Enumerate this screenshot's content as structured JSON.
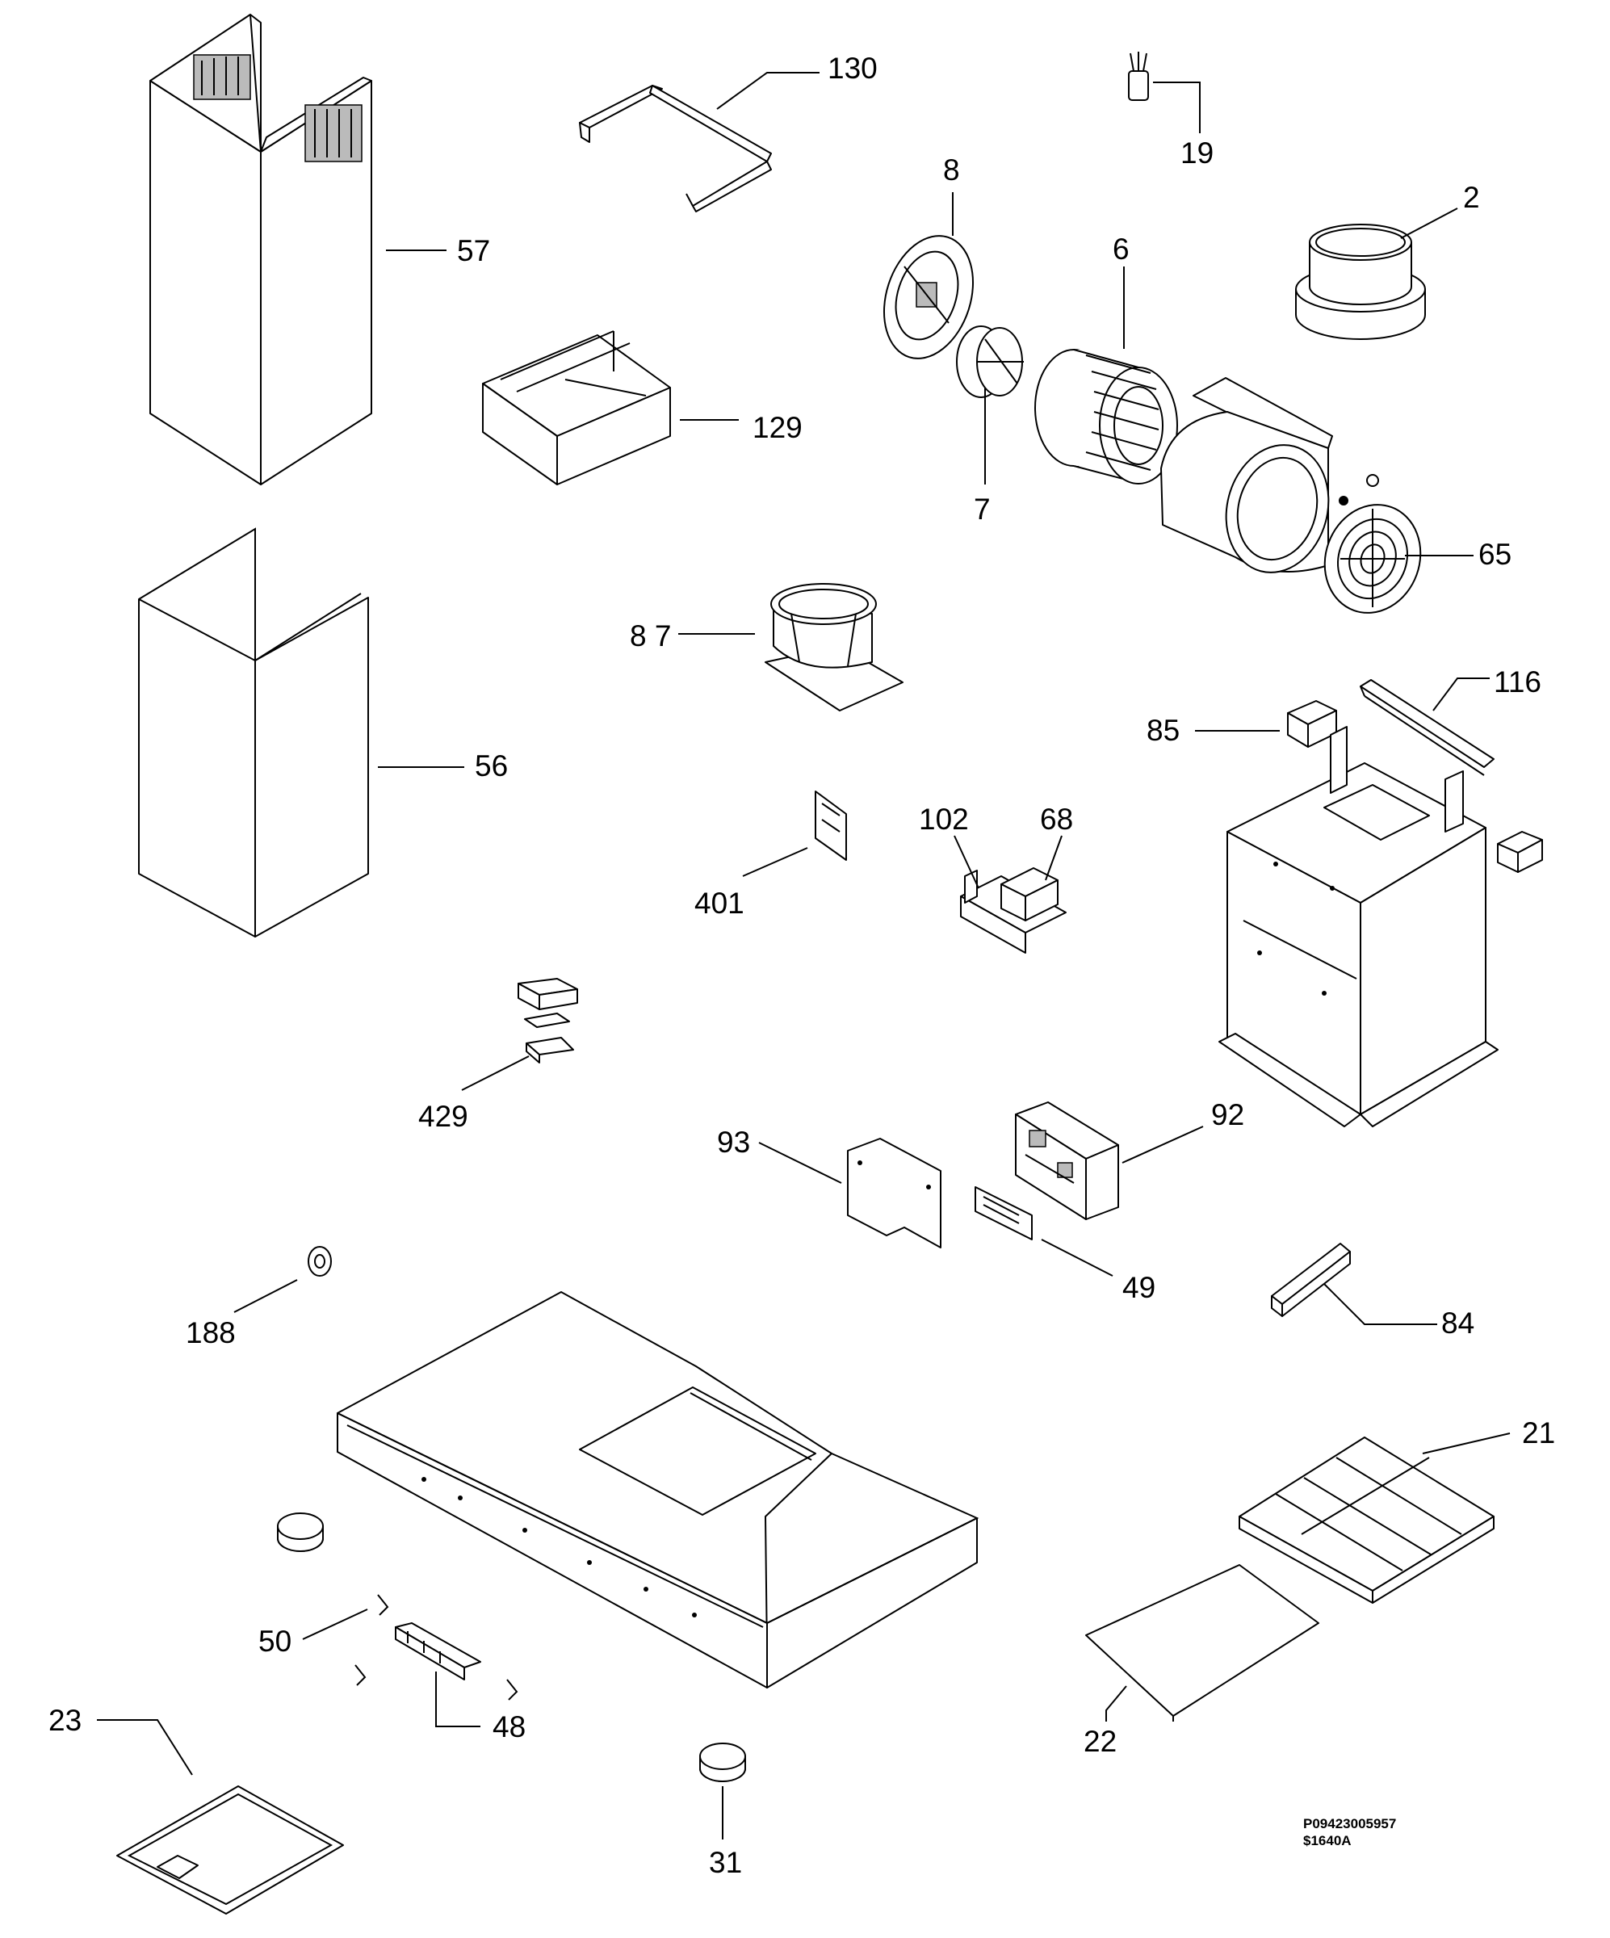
{
  "parts": [
    {
      "key": "p57",
      "label": "57"
    },
    {
      "key": "p130",
      "label": "130"
    },
    {
      "key": "p19",
      "label": "19"
    },
    {
      "key": "p8",
      "label": "8"
    },
    {
      "key": "p2",
      "label": "2"
    },
    {
      "key": "p6",
      "label": "6"
    },
    {
      "key": "p129",
      "label": "129"
    },
    {
      "key": "p7",
      "label": "7"
    },
    {
      "key": "p65",
      "label": "65"
    },
    {
      "key": "p87",
      "label": "8 7"
    },
    {
      "key": "p116",
      "label": "116"
    },
    {
      "key": "p85",
      "label": "85"
    },
    {
      "key": "p56",
      "label": "56"
    },
    {
      "key": "p102",
      "label": "102"
    },
    {
      "key": "p68",
      "label": "68"
    },
    {
      "key": "p401",
      "label": "401"
    },
    {
      "key": "p429",
      "label": "429"
    },
    {
      "key": "p92",
      "label": "92"
    },
    {
      "key": "p93",
      "label": "93"
    },
    {
      "key": "p49",
      "label": "49"
    },
    {
      "key": "p188",
      "label": "188"
    },
    {
      "key": "p84",
      "label": "84"
    },
    {
      "key": "p21",
      "label": "21"
    },
    {
      "key": "p50",
      "label": "50"
    },
    {
      "key": "p48",
      "label": "48"
    },
    {
      "key": "p23",
      "label": "23"
    },
    {
      "key": "p22",
      "label": "22"
    },
    {
      "key": "p31",
      "label": "31"
    }
  ],
  "reference": {
    "line1": "P09423005957",
    "line2": "$1640A"
  }
}
